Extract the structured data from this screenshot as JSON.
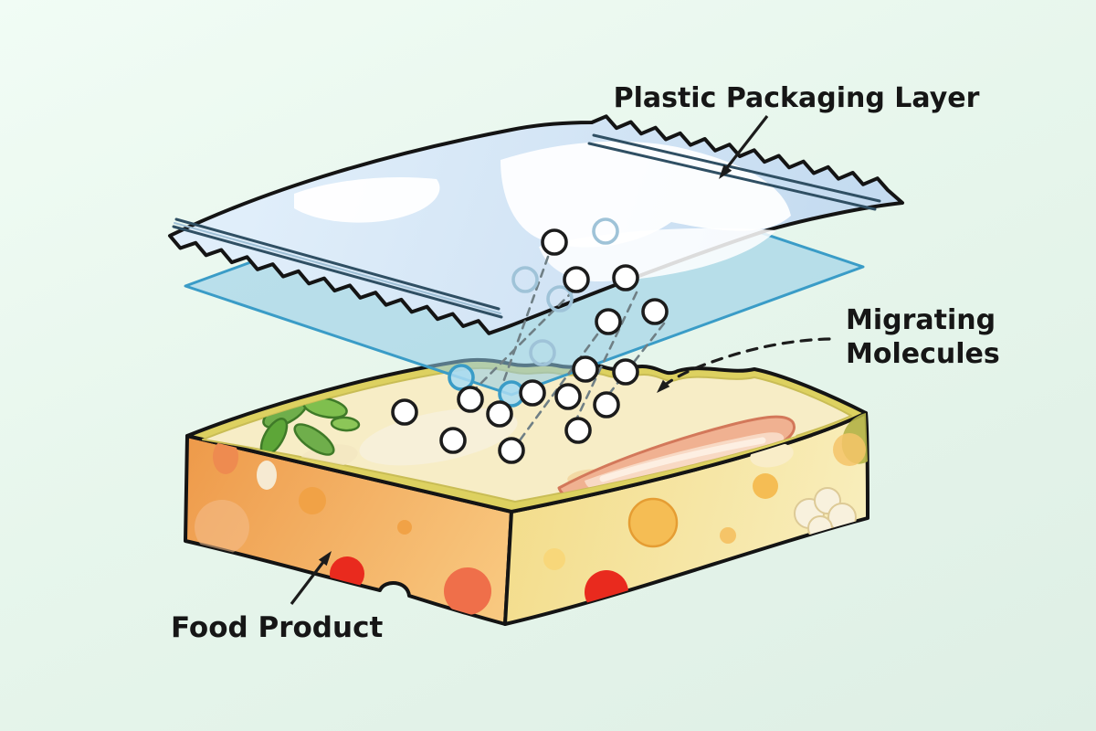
{
  "diagram": {
    "labels": {
      "packaging": "Plastic Packaging Layer",
      "migrating_line1": "Migrating",
      "migrating_line2": "Molecules",
      "food": "Food Product"
    },
    "colors": {
      "background_top": "#f1fcf5",
      "background_bottom": "#deefe5",
      "bag_fill_light": "#dcebf9",
      "bag_fill_dark": "#c6dcf0",
      "bag_outline": "#141414",
      "seal_line": "#2f4f63",
      "film_fill": "#8fcbe8",
      "film_edge": "#3a9cc7",
      "food_front": "#ee9a4a",
      "food_side": "#f3dd8c",
      "food_top": "#f7edc6",
      "food_rim": "#ddd160",
      "herb_green": "#6fae4b",
      "meat_pink": "#f0b191",
      "molecule_fill": "#ffffff",
      "molecule_outline": "#1c1c1c",
      "molecule_ghost": "#9fc3d8",
      "migration_dash": "#6f7f85",
      "label_text": "#161616"
    }
  }
}
